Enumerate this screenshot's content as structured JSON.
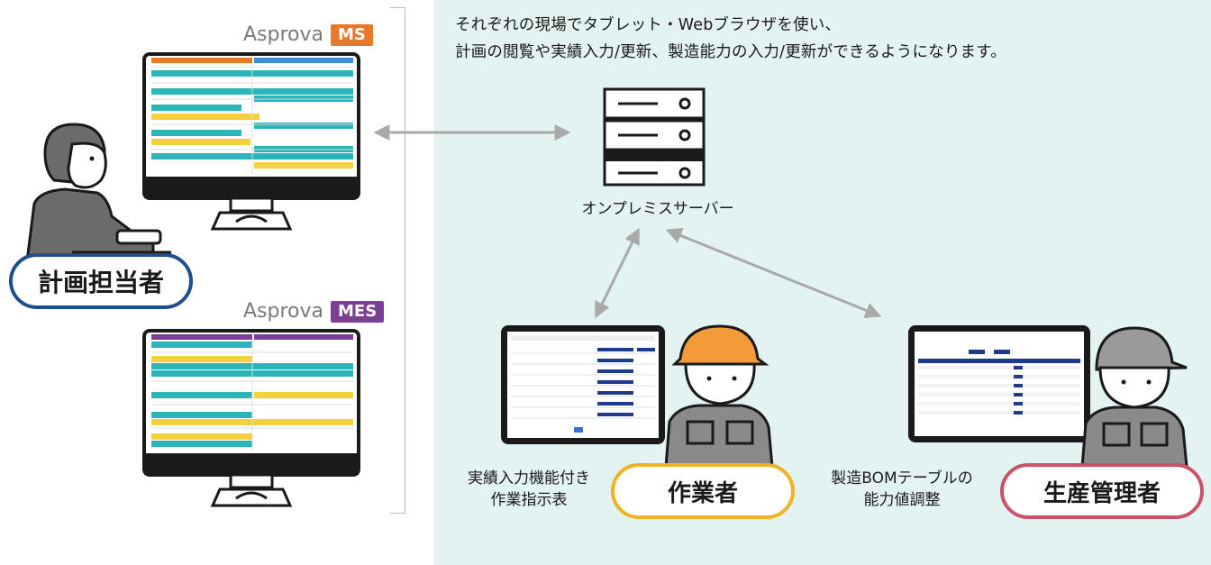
{
  "description": {
    "line1": "それぞれの現場でタブレット・Webブラウザを使い、",
    "line2": "計画の閲覧や実績入力/更新、製造能力の入力/更新ができるようになります。"
  },
  "ms": {
    "brand": "Asprova",
    "tag": "MS",
    "tag_color": "#e8782a"
  },
  "mes": {
    "brand": "Asprova",
    "tag": "MES",
    "tag_color": "#7b3f98"
  },
  "planner": {
    "label": "計画担当者",
    "border_color": "#1f4e8c"
  },
  "server": {
    "label": "オンプレミスサーバー"
  },
  "worker": {
    "label": "作業者",
    "caption_line1": "実績入力機能付き",
    "caption_line2": "作業指示表",
    "border_color": "#f0b323"
  },
  "manager": {
    "label": "生産管理者",
    "caption_line1": "製造BOMテーブルの",
    "caption_line2": "能力値調整",
    "border_color": "#c9546a"
  },
  "colors": {
    "panel_bg": "#e3f3f1",
    "arrow": "#a9a9a9",
    "monitor": "#1a1a1a",
    "teal_row": "#2bb5b8",
    "yellow_row": "#f4d03f",
    "helmet_orange": "#f29b38",
    "cap_gray": "#9a9a9a"
  },
  "icons": [
    "planner-person-icon",
    "server-icon",
    "worker-person-icon",
    "manager-person-icon",
    "monitor-icon",
    "tablet-icon"
  ]
}
